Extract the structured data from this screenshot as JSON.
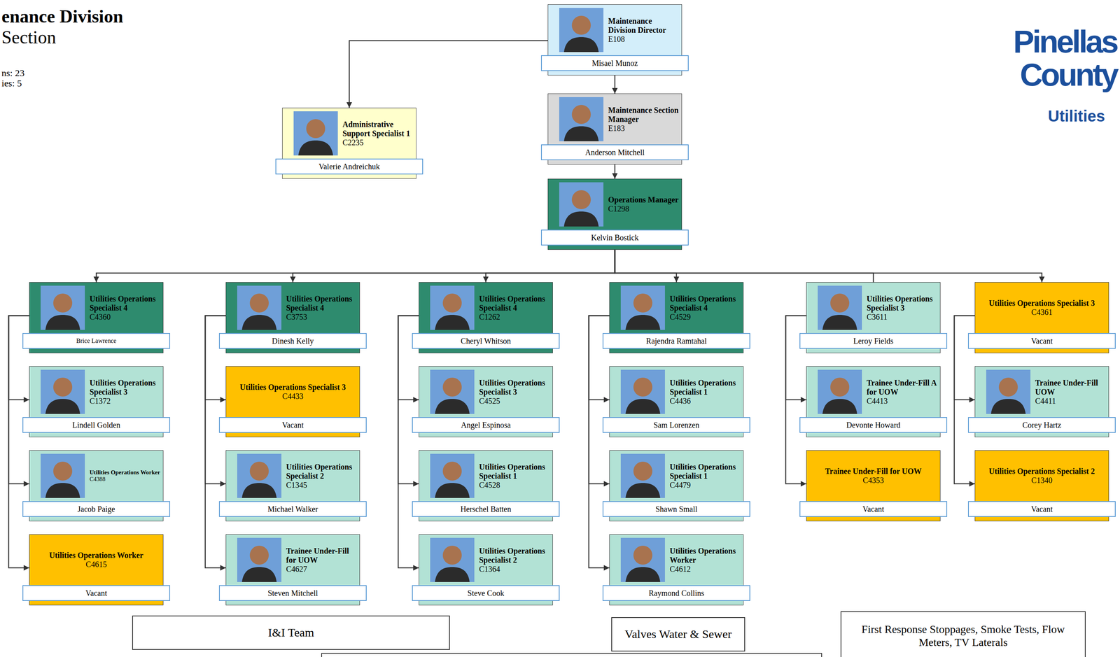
{
  "diagram": {
    "title": "enance Division",
    "nodes": [
      {
        "text": [
          "Maintenance Division Director",
          "E108",
          "Misael Munoz"
        ]
      },
      {
        "text": [
          "Administrative Support Specialist 1",
          "C2235",
          "Valerie Andreichuk"
        ]
      },
      {
        "text": [
          "Maintenance Section Manager",
          "E183",
          "Anderson Mitchell"
        ]
      },
      {
        "text": [
          "Operations Manager",
          "C1298",
          "Kelvin Bostick"
        ]
      },
      {
        "text": [
          "Utilities Operations Specialist 4",
          "C4360",
          "Brice Lawrence"
        ]
      },
      {
        "text": [
          "Utilities Operations Specialist 3",
          "C1372",
          "Lindell Golden"
        ]
      },
      {
        "text": [
          "Utilities Operations Worker",
          "C4388",
          "Jacob Paige"
        ]
      },
      {
        "text": [
          "Utilities Operations Worker",
          "C4615",
          "Vacant"
        ]
      },
      {
        "text": [
          "Utilities Operations Specialist 4",
          "C3753",
          "Dinesh Kelly"
        ]
      },
      {
        "text": [
          "Utilities Operations Specialist 3",
          "C4433",
          "Vacant"
        ]
      },
      {
        "text": [
          "Utilities Operations Specialist 2",
          "C1345",
          "Michael Walker"
        ]
      },
      {
        "text": [
          "Trainee Under-Fill for UOW",
          "C4627",
          "Steven Mitchell"
        ]
      },
      {
        "text": [
          "Utilities Operations Specialist 4",
          "C1262",
          "Cheryl Whitson"
        ]
      },
      {
        "text": [
          "Utilities Operations Specialist 3",
          "C4525",
          "Angel Espinosa"
        ]
      },
      {
        "text": [
          "Utilities Operations Specialist 1",
          "C4528",
          "Herschel Batten"
        ]
      },
      {
        "text": [
          "Utilities Operations Specialist 2",
          "C1364",
          "Steve Cook"
        ]
      },
      {
        "text": [
          "Utilities Operations Specialist 4",
          "C4529",
          "Rajendra Ramtahal"
        ]
      },
      {
        "text": [
          "Utilities Operations Specialist 1",
          "C4436",
          "Sam Lorenzen"
        ]
      },
      {
        "text": [
          "Utilities Operations Specialist 1",
          "C4479",
          "Shawn Small"
        ]
      },
      {
        "text": [
          "Utilities Operations Worker",
          "C4612",
          "Raymond Collins"
        ]
      },
      {
        "text": [
          "Utilities Operations Specialist 3",
          "C3611",
          "Leroy Fields"
        ]
      },
      {
        "text": [
          "Trainee Under-Fill A for UOW",
          "C4413",
          "Devonte Howard"
        ]
      },
      {
        "text": [
          "Trainee Under-Fill for UOW",
          "C4353",
          "Vacant"
        ]
      },
      {
        "text": [
          "Utilities Operations Specialist 3",
          "C4361",
          "Vacant"
        ]
      },
      {
        "text": [
          "Trainee Under-Fill UOW",
          "C4411",
          "Corey Hartz"
        ]
      },
      {
        "text": [
          "Utilities Operations Specialist 2",
          "C1340",
          "Vacant"
        ]
      },
      {
        "text": [
          "I&I Team"
        ]
      },
      {
        "text": [
          "Valves Water & Sewer"
        ]
      },
      {
        "text": [
          "First Response Stoppages, Smoke Tests, Flow Meters, TV Laterals"
        ]
      }
    ],
    "edges": [
      {
        "from": 0,
        "to": 1,
        "arrow": "to"
      },
      {
        "from": 0,
        "to": 2,
        "arrow": "to"
      },
      {
        "from": 2,
        "to": 3,
        "arrow": "to"
      },
      {
        "from": 3,
        "to": 4,
        "arrow": "to"
      },
      {
        "from": 3,
        "to": 8,
        "arrow": "to"
      },
      {
        "from": 3,
        "to": 12,
        "arrow": "to"
      },
      {
        "from": 3,
        "to": 16,
        "arrow": "to"
      },
      {
        "from": 3,
        "to": 20,
        "arrow": "none"
      },
      {
        "from": 3,
        "to": 23,
        "arrow": "to"
      },
      {
        "from": 4,
        "to": 5,
        "arrow": "to"
      },
      {
        "from": 4,
        "to": 6,
        "arrow": "to"
      },
      {
        "from": 4,
        "to": 7,
        "arrow": "to"
      },
      {
        "from": 8,
        "to": 9,
        "arrow": "to"
      },
      {
        "from": 8,
        "to": 10,
        "arrow": "to"
      },
      {
        "from": 8,
        "to": 11,
        "arrow": "to"
      },
      {
        "from": 12,
        "to": 13,
        "arrow": "to"
      },
      {
        "from": 12,
        "to": 14,
        "arrow": "to"
      },
      {
        "from": 12,
        "to": 15,
        "arrow": "to"
      },
      {
        "from": 16,
        "to": 17,
        "arrow": "to"
      },
      {
        "from": 16,
        "to": 18,
        "arrow": "to"
      },
      {
        "from": 16,
        "to": 19,
        "arrow": "to"
      },
      {
        "from": 20,
        "to": 21,
        "arrow": "to"
      },
      {
        "from": 20,
        "to": 22,
        "arrow": "to"
      },
      {
        "from": 23,
        "to": 24,
        "arrow": "to"
      },
      {
        "from": 23,
        "to": 25,
        "arrow": "to"
      }
    ],
    "labels": [
      "Section",
      "ns: 23",
      "ies: 5",
      "Pinellas",
      "County",
      "Utilities"
    ]
  }
}
